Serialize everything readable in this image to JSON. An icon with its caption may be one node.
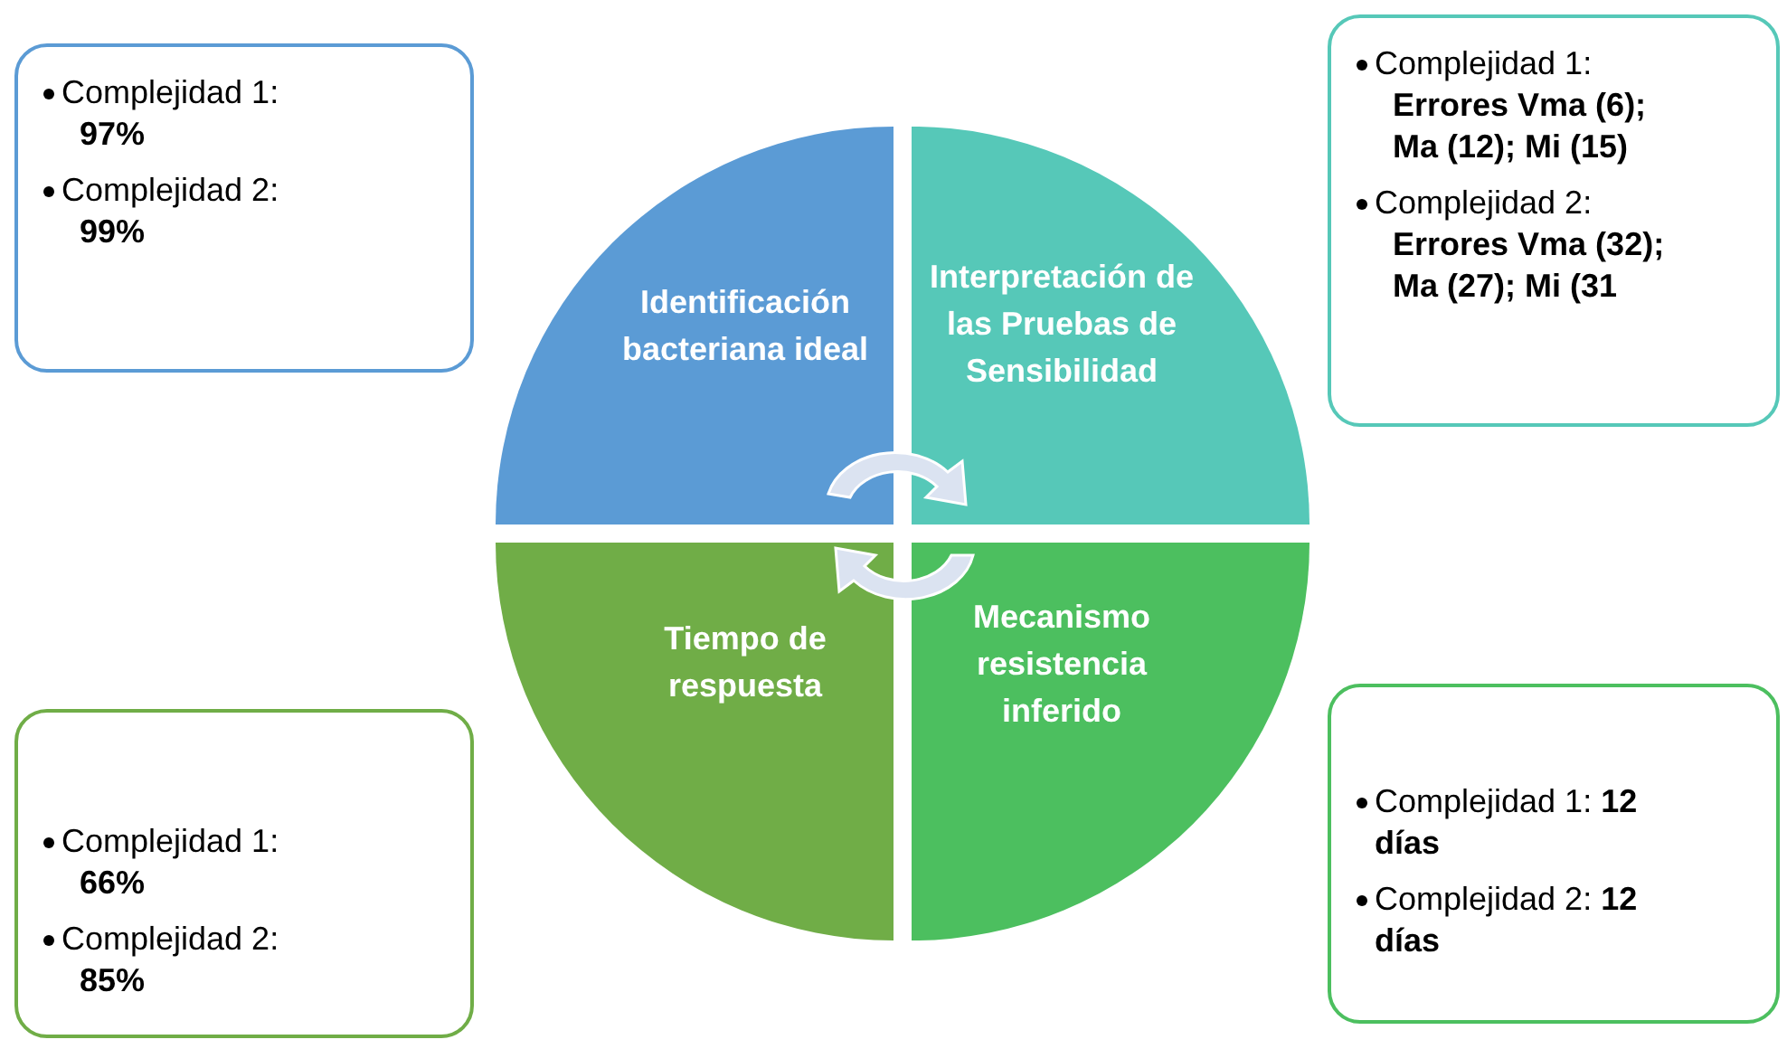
{
  "diagram": {
    "nodes": [
      {
        "text": [
          "Complejidad 1: **97%**",
          "Complejidad 2: **99%**"
        ]
      },
      {
        "text": [
          "Identificación bacteriana ideal"
        ]
      },
      {
        "text": [
          "Interpretación de las Pruebas de Sensibilidad"
        ]
      },
      {
        "text": [
          "Complejidad 1: **Errores Vma (6); Ma (12); Mi (15)**",
          "Complejidad 2: **Errores Vma (32); Ma (27); Mi (31**"
        ]
      },
      {
        "text": [
          "Tiempo de respuesta"
        ]
      },
      {
        "text": [
          "Mecanismo resistencia inferido"
        ]
      },
      {
        "text": [
          "Complejidad 1: **66%**",
          "Complejidad 2: **85%**"
        ]
      },
      {
        "text": [
          "Complejidad 1: **12 días**",
          "Complejidad 2: **12 días**"
        ]
      }
    ]
  }
}
